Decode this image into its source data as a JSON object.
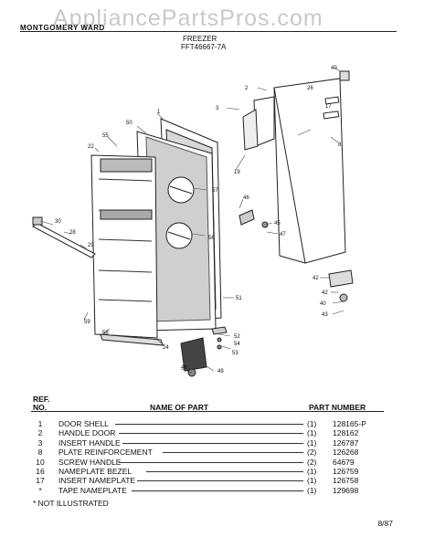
{
  "watermark": "AppliancePartsPros.com",
  "header": {
    "brand": "MONTGOMERY WARD",
    "title": "FREEZER",
    "model": "FFT46667-7A"
  },
  "callouts": [
    "40",
    "2",
    "26",
    "3",
    "17",
    "1",
    "50",
    "55",
    "22",
    "57",
    "8",
    "19",
    "46",
    "45",
    "47",
    "30",
    "28",
    "29",
    "56",
    "51",
    "42",
    "42",
    "40",
    "43",
    "59",
    "58",
    "24",
    "52",
    "54",
    "53",
    "48",
    "49"
  ],
  "table": {
    "ref_header_1": "REF.",
    "ref_header_2": "NO.",
    "name_header": "NAME OF PART",
    "part_header": "PART NUMBER",
    "rows": [
      {
        "ref": "1",
        "name": "DOOR SHELL",
        "qty": "(1)",
        "part": "128165-P"
      },
      {
        "ref": "2",
        "name": "HANDLE DOOR",
        "qty": "(1)",
        "part": "128162"
      },
      {
        "ref": "3",
        "name": "INSERT HANDLE",
        "qty": "(1)",
        "part": "126787"
      },
      {
        "ref": "8",
        "name": "PLATE REINFORCEMENT",
        "qty": "(2)",
        "part": "126268"
      },
      {
        "ref": "10",
        "name": "SCREW HANDLE",
        "qty": "(2)",
        "part": "64679"
      },
      {
        "ref": "16",
        "name": "NAMEPLATE BEZEL",
        "qty": "(1)",
        "part": "126759"
      },
      {
        "ref": "17",
        "name": "INSERT NAMEPLATE",
        "qty": "(1)",
        "part": "126758"
      },
      {
        "ref": "*",
        "name": "TAPE NAMEPLATE",
        "qty": "(1)",
        "part": "129698"
      }
    ]
  },
  "footnote": "* NOT ILLUSTRATED",
  "date": "8/87"
}
